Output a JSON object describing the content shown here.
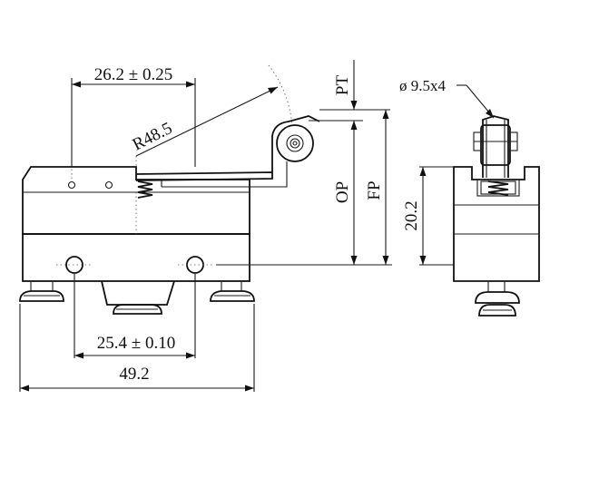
{
  "labels": {
    "roller_lever_radius": "R48.5",
    "lever_hole_spacing": "26.2 ± 0.25",
    "mount_hole_spacing": "25.4 ± 0.10",
    "body_length": "49.2",
    "pretravel": "PT",
    "operating_position": "OP",
    "free_position": "FP",
    "body_height": "20.2",
    "roller_diameter": "ø 9.5x4"
  }
}
